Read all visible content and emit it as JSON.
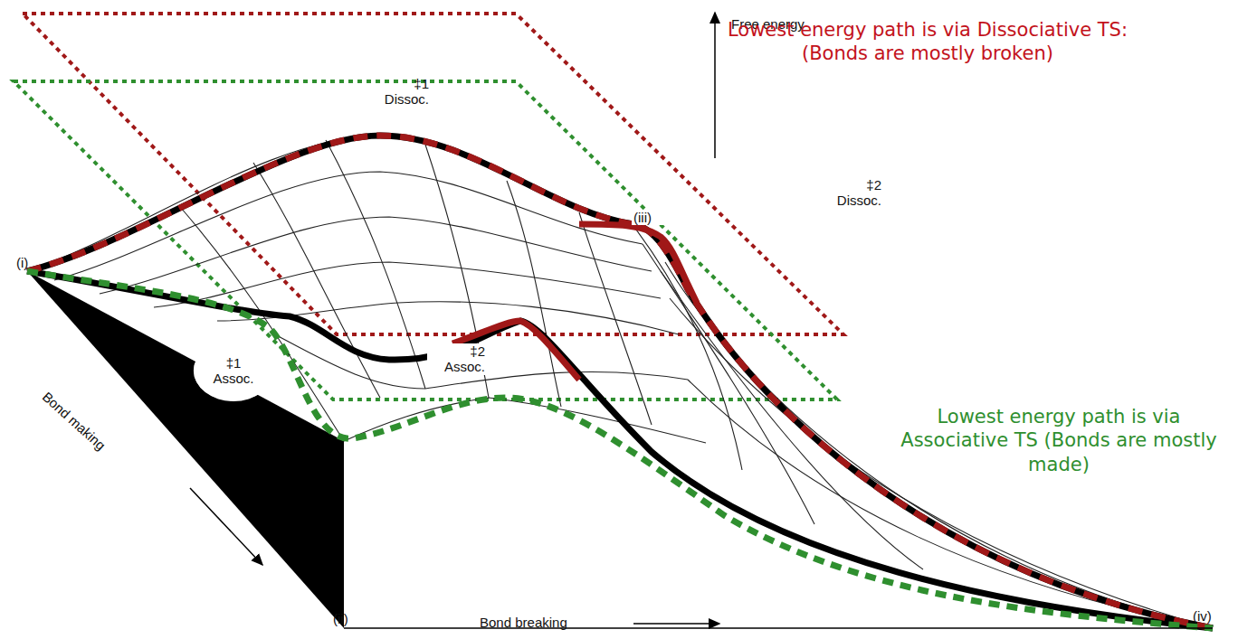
{
  "diagram": {
    "nodes": [
      {
        "text": [
          "‡1 Assoc."
        ]
      }
    ],
    "labels": [
      "Free energy",
      "Lowest energy path is via Dissociative TS: (Bonds are mostly broken)",
      "Lowest energy path is via Associative TS (Bonds are mostly made)",
      "‡1 Dissoc.",
      "‡2 Dissoc.",
      "‡2 Assoc.",
      "(i)",
      "(ii)",
      "(iii)",
      "(iv)",
      "Bond making",
      "Bond breaking"
    ]
  }
}
